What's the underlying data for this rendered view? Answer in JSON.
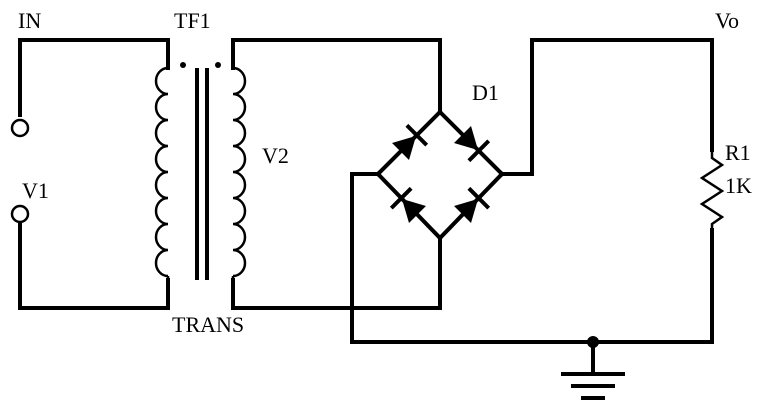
{
  "labels": {
    "in": "IN",
    "tf1": "TF1",
    "v2": "V2",
    "trans": "TRANS",
    "v1": "V1",
    "d1": "D1",
    "vo": "Vo",
    "r1": "R1",
    "r1_value": "1K"
  }
}
